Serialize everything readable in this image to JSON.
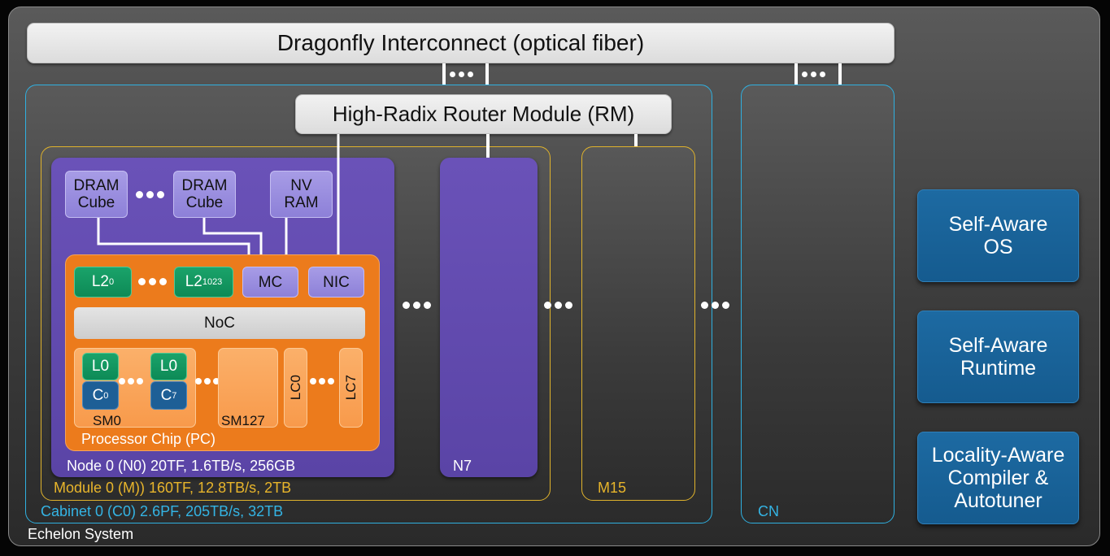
{
  "system": {
    "label": "Echelon System"
  },
  "interconnect": {
    "label": "Dragonfly Interconnect (optical fiber)"
  },
  "router": {
    "label": "High-Radix Router Module (RM)"
  },
  "cabinet0": {
    "label": "Cabinet 0 (C0) 2.6PF, 205TB/s, 32TB"
  },
  "cabinetN": {
    "label": "CN"
  },
  "module0": {
    "label": "Module 0 (M)) 160TF, 12.8TB/s, 2TB"
  },
  "module15": {
    "label": "M15"
  },
  "node0": {
    "label": "Node 0 (N0) 20TF, 1.6TB/s, 256GB"
  },
  "node7": {
    "label": "N7"
  },
  "memory": {
    "dram_line1": "DRAM",
    "dram_line2": "Cube",
    "nvram_line1": "NV",
    "nvram_line2": "RAM"
  },
  "chip": {
    "label": "Processor Chip (PC)",
    "l2_first": "L2",
    "l2_first_sub": "0",
    "l2_last": "L2",
    "l2_last_sub": "1023",
    "mc": "MC",
    "nic": "NIC",
    "noc": "NoC",
    "sm0": "SM0",
    "sm127": "SM127",
    "l0_a": "L0",
    "l0_b": "L0",
    "c_a": "C",
    "c_a_sub": "0",
    "c_b": "C",
    "c_b_sub": "7",
    "lc0": "LC0",
    "lc7": "LC7"
  },
  "software": {
    "os_line1": "Self-Aware",
    "os_line2": "OS",
    "runtime_line1": "Self-Aware",
    "runtime_line2": "Runtime",
    "compiler_line1": "Locality-Aware",
    "compiler_line2": "Compiler &",
    "compiler_line3": "Autotuner"
  },
  "colors": {
    "cabinet": "#2fb0e0",
    "module": "#e0b32c",
    "node": "#5a44a6",
    "chip": "#ec7b1c",
    "software": "#155b8f"
  }
}
